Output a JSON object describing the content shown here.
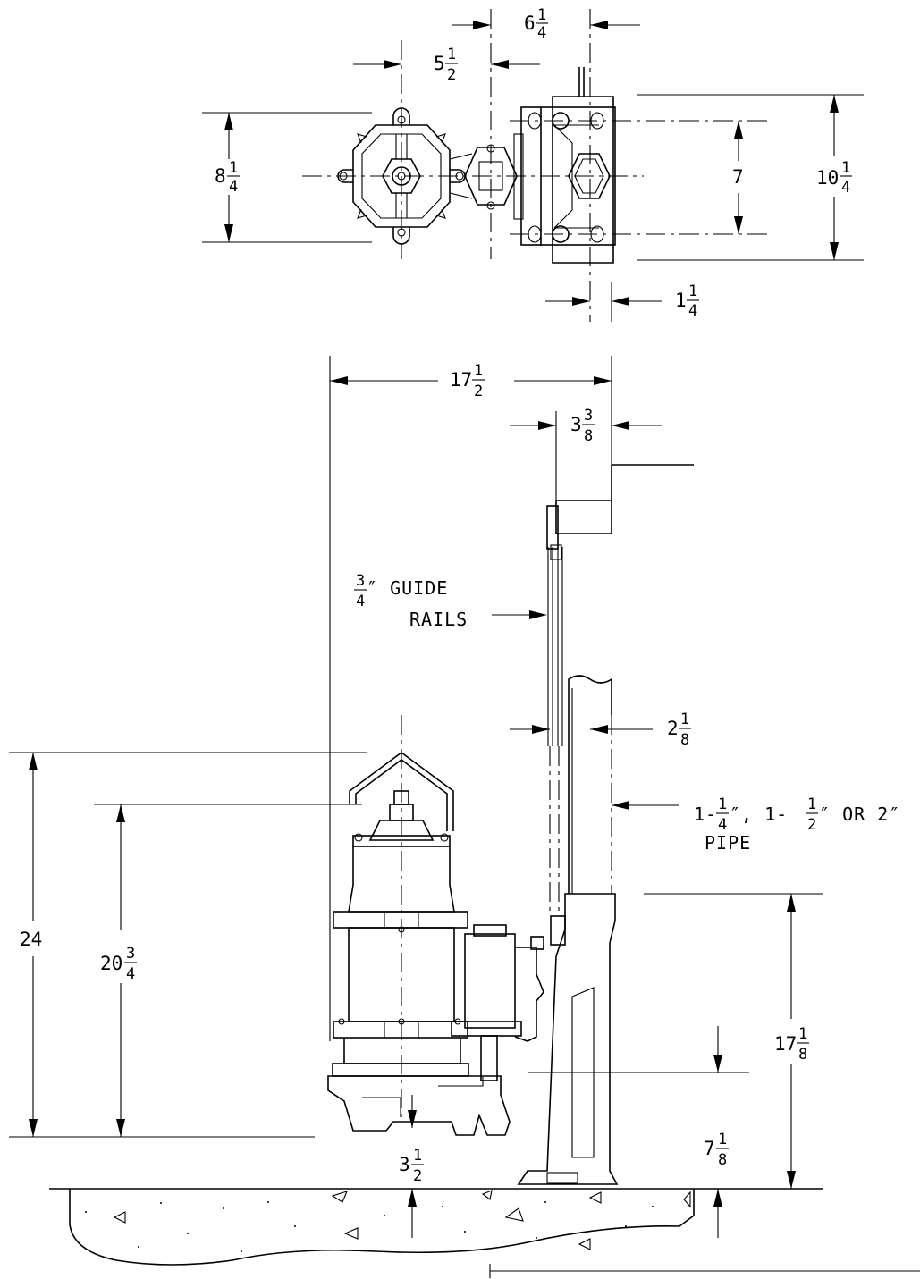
{
  "dimensions": {
    "top_6_1_4": {
      "whole": "6",
      "num": "1",
      "den": "4"
    },
    "top_5_1_2": {
      "whole": "5",
      "num": "1",
      "den": "2"
    },
    "left_8_1_4": {
      "whole": "8",
      "num": "1",
      "den": "4"
    },
    "mid_7": {
      "whole": "7"
    },
    "right_10_1_4": {
      "whole": "10",
      "num": "1",
      "den": "4"
    },
    "small_1_1_4": {
      "whole": "1",
      "num": "1",
      "den": "4"
    },
    "width_17_1_2": {
      "whole": "17",
      "num": "1",
      "den": "2"
    },
    "rail_3_3_8": {
      "whole": "3",
      "num": "3",
      "den": "8"
    },
    "pipe_2_1_8": {
      "whole": "2",
      "num": "1",
      "den": "8"
    },
    "height_24": {
      "whole": "24"
    },
    "height_20_3_4": {
      "whole": "20",
      "num": "3",
      "den": "4"
    },
    "height_17_1_8": {
      "whole": "17",
      "num": "1",
      "den": "8"
    },
    "height_7_1_8": {
      "whole": "7",
      "num": "1",
      "den": "8"
    },
    "base_3_1_2": {
      "whole": "3",
      "num": "1",
      "den": "2"
    }
  },
  "notes": {
    "guide_rails": {
      "num": "3",
      "den": "4",
      "line1": "″ GUIDE",
      "line2": "RAILS"
    },
    "pipe": {
      "a_pre": "1-",
      "a_num": "1",
      "a_den": "4",
      "a_post": "″, 1-",
      "b_num": "1",
      "b_den": "2",
      "b_post": "″ OR 2″",
      "line2": "PIPE"
    }
  }
}
